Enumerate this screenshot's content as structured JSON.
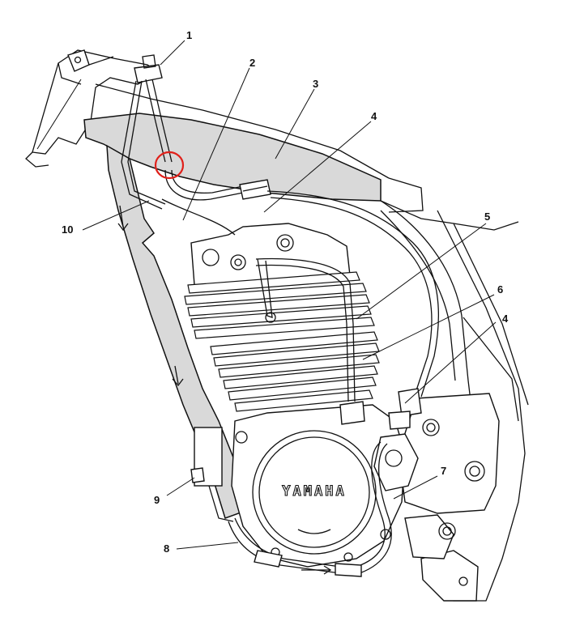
{
  "diagram": {
    "brand_text": "YAMAHA",
    "callouts": [
      {
        "id": "callout-1",
        "label": "1"
      },
      {
        "id": "callout-2",
        "label": "2"
      },
      {
        "id": "callout-3",
        "label": "3"
      },
      {
        "id": "callout-4a",
        "label": "4"
      },
      {
        "id": "callout-5",
        "label": "5"
      },
      {
        "id": "callout-6",
        "label": "6"
      },
      {
        "id": "callout-4b",
        "label": "4"
      },
      {
        "id": "callout-7",
        "label": "7"
      },
      {
        "id": "callout-8",
        "label": "8"
      },
      {
        "id": "callout-9",
        "label": "9"
      },
      {
        "id": "callout-10",
        "label": "10"
      }
    ],
    "highlight_color": "#e0201a",
    "frame_fill": "#d9d9d9"
  }
}
